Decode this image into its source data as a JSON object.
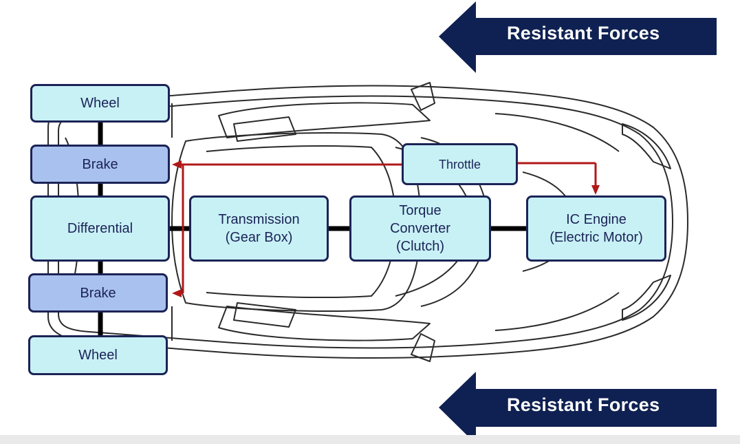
{
  "banners": {
    "top_label": "Resistant Forces",
    "bottom_label": "Resistant Forces"
  },
  "blocks": {
    "wheel_top": "Wheel",
    "brake_top": "Brake",
    "differential": "Differential",
    "brake_bottom": "Brake",
    "wheel_bottom": "Wheel",
    "transmission": [
      "Transmission",
      "(Gear Box)"
    ],
    "torque_converter": [
      "Torque",
      "Converter",
      "(Clutch)"
    ],
    "engine": [
      "IC Engine",
      "(Electric Motor)"
    ],
    "throttle": "Throttle"
  },
  "colors": {
    "navy": "#0f2152",
    "box_fill": "#c8f1f6",
    "brake_fill": "#a9c1ee",
    "signal_red": "#b01818",
    "outline": "#1b2356"
  }
}
